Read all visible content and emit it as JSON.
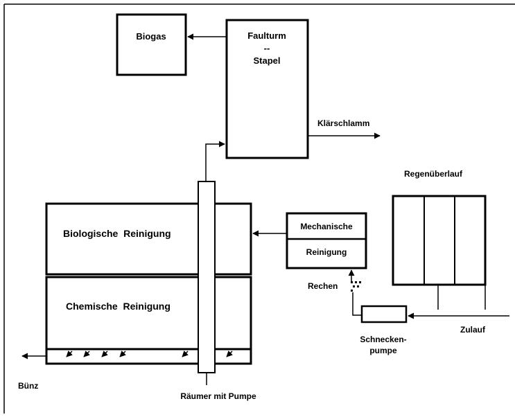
{
  "diagram": {
    "nodes": {
      "biogas": "Biogas",
      "faulturm_line1": "Faulturm",
      "faulturm_line2": "--",
      "faulturm_line3": "Stapel",
      "biologische": "Biologische  Reinigung",
      "chemische": "Chemische  Reinigung",
      "mechanische": "Mechanische",
      "reinigung": "Reinigung",
      "regenueberlauf": "Regenüberlauf"
    },
    "labels": {
      "klaerschlamm": "Klärschlamm",
      "rechen": "Rechen",
      "schnecken_line1": "Schnecken-",
      "schnecken_line2": "pumpe",
      "zulauf": "Zulauf",
      "buenz": "Bünz",
      "raeumer": "Räumer mit Pumpe"
    }
  }
}
